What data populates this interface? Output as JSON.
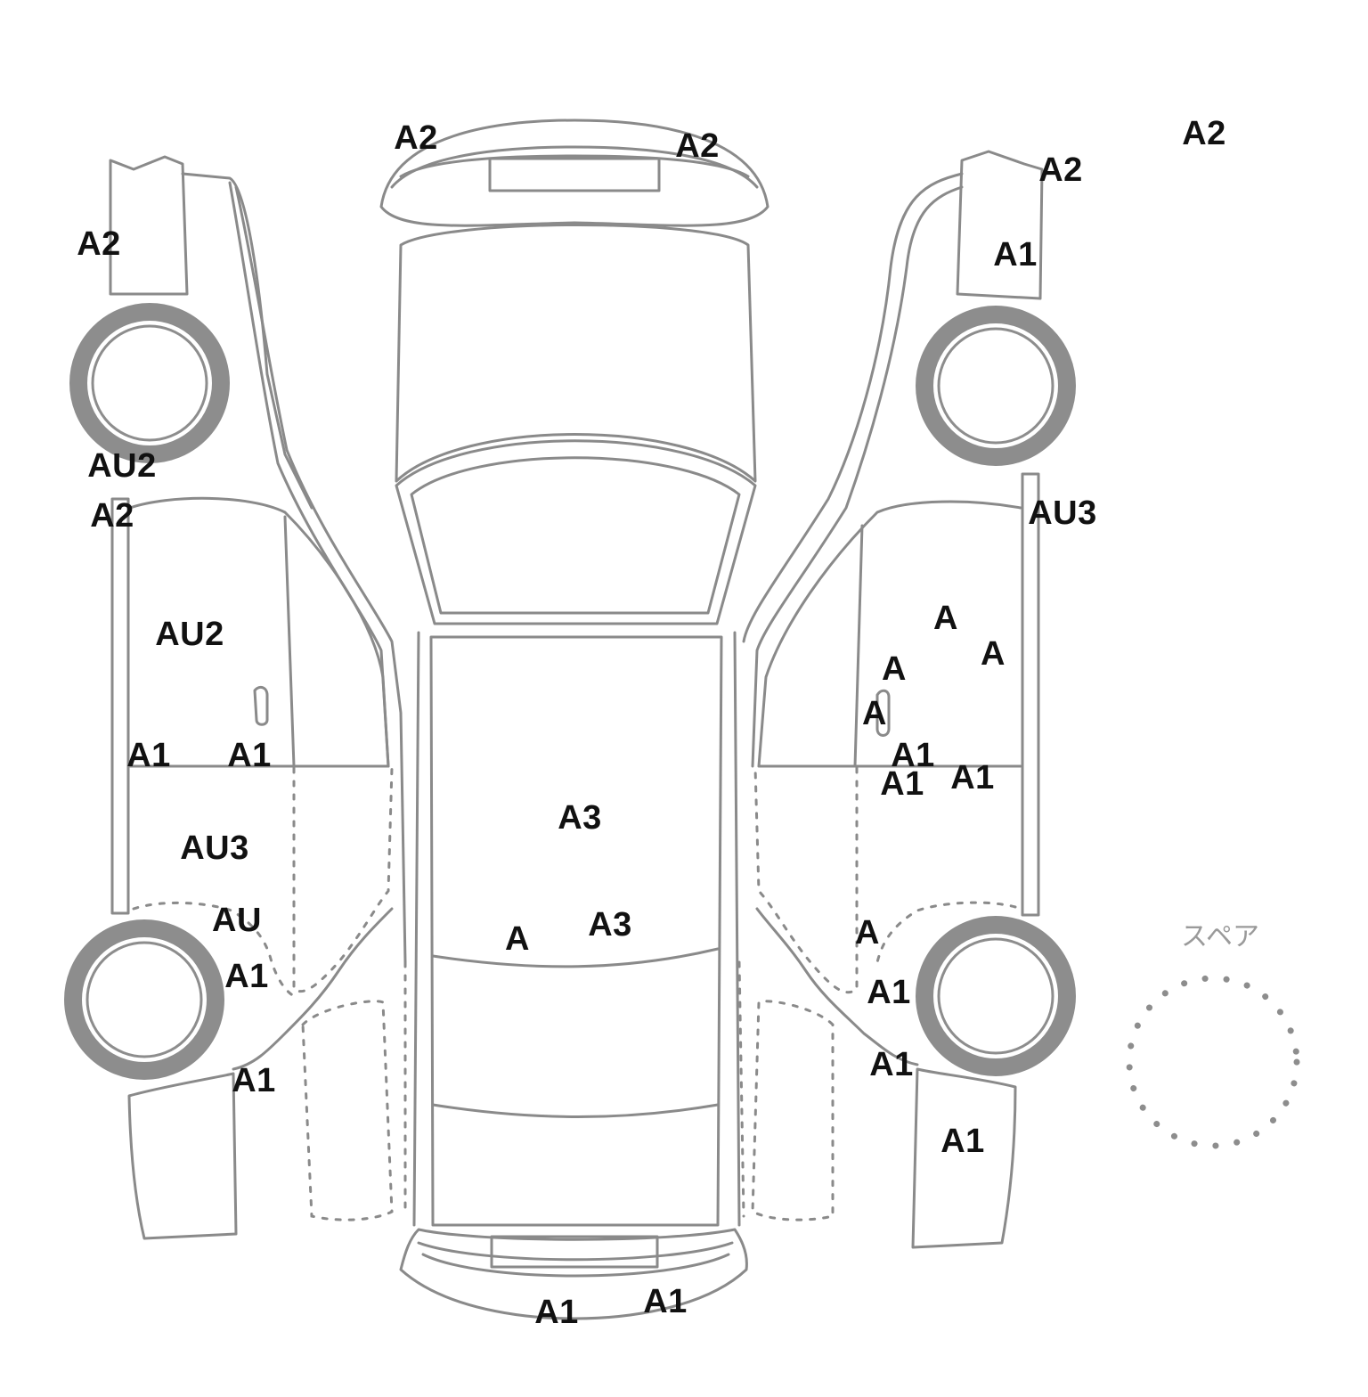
{
  "spare_label": "スペア",
  "labels": [
    {
      "id": "front-bumper-left",
      "text": "A2"
    },
    {
      "id": "front-bumper-right",
      "text": "A2"
    },
    {
      "id": "top-right-corner",
      "text": "A2"
    },
    {
      "id": "right-front-fender-top",
      "text": "A2"
    },
    {
      "id": "right-front-fender",
      "text": "A1"
    },
    {
      "id": "left-front-fender",
      "text": "A2"
    },
    {
      "id": "left-rocker-upper-1",
      "text": "AU2"
    },
    {
      "id": "left-rocker-upper-2",
      "text": "A2"
    },
    {
      "id": "left-front-door",
      "text": "AU2"
    },
    {
      "id": "left-front-door-lower-1",
      "text": "A1"
    },
    {
      "id": "left-front-door-lower-2",
      "text": "A1"
    },
    {
      "id": "left-rear-door",
      "text": "AU3"
    },
    {
      "id": "left-rear-door-lower",
      "text": "AU"
    },
    {
      "id": "left-rear-wheel-arch",
      "text": "A1"
    },
    {
      "id": "left-quarter",
      "text": "A1"
    },
    {
      "id": "right-rocker-upper",
      "text": "AU3"
    },
    {
      "id": "right-front-door-1",
      "text": "A"
    },
    {
      "id": "right-front-door-2",
      "text": "A"
    },
    {
      "id": "right-front-door-3",
      "text": "A"
    },
    {
      "id": "right-front-door-4",
      "text": "A"
    },
    {
      "id": "right-front-door-lower-1",
      "text": "A1"
    },
    {
      "id": "right-front-door-lower-2",
      "text": "A1"
    },
    {
      "id": "right-front-door-lower-3",
      "text": "A1"
    },
    {
      "id": "roof",
      "text": "A3"
    },
    {
      "id": "roof-rear-1",
      "text": "A"
    },
    {
      "id": "roof-rear-2",
      "text": "A3"
    },
    {
      "id": "right-rear-door",
      "text": "A"
    },
    {
      "id": "right-rear-wheel-arch-1",
      "text": "A1"
    },
    {
      "id": "right-rear-wheel-arch-2",
      "text": "A1"
    },
    {
      "id": "right-quarter",
      "text": "A1"
    },
    {
      "id": "rear-bumper-left",
      "text": "A1"
    },
    {
      "id": "rear-bumper-right",
      "text": "A1"
    }
  ]
}
